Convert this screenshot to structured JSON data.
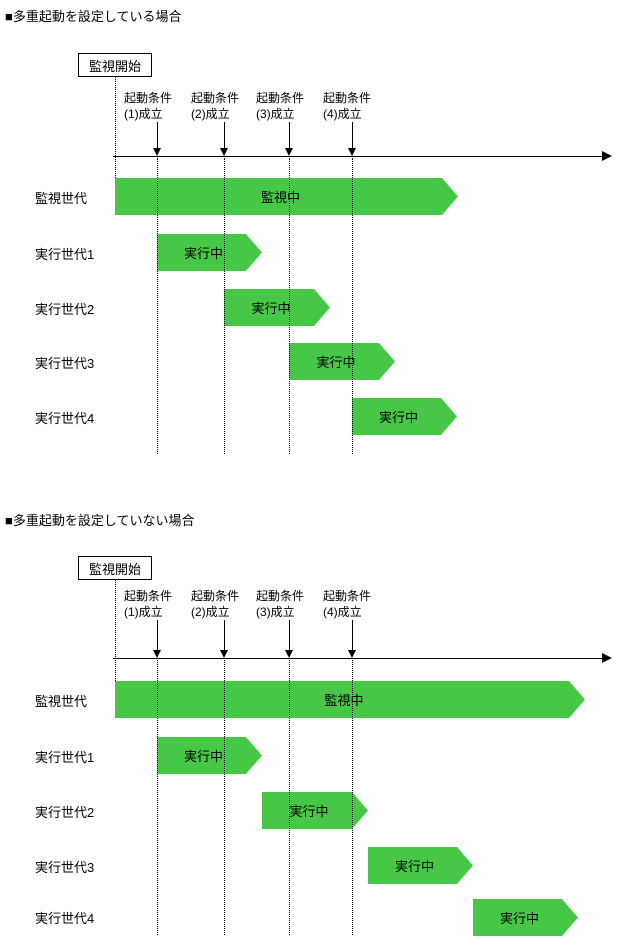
{
  "colors": {
    "bar_green": "#46c846",
    "line": "#000000",
    "background": "#ffffff"
  },
  "sections": [
    {
      "title": "■多重起動を設定している場合",
      "start_box": "監視開始",
      "conditions": [
        {
          "name": "起動条件",
          "event": "(1)成立"
        },
        {
          "name": "起動条件",
          "event": "(2)成立"
        },
        {
          "name": "起動条件",
          "event": "(3)成立"
        },
        {
          "name": "起動条件",
          "event": "(4)成立"
        }
      ],
      "rows": [
        {
          "label": "監視世代",
          "bar": "監視中"
        },
        {
          "label": "実行世代1",
          "bar": "実行中"
        },
        {
          "label": "実行世代2",
          "bar": "実行中"
        },
        {
          "label": "実行世代3",
          "bar": "実行中"
        },
        {
          "label": "実行世代4",
          "bar": "実行中"
        }
      ]
    },
    {
      "title": "■多重起動を設定していない場合",
      "start_box": "監視開始",
      "conditions": [
        {
          "name": "起動条件",
          "event": "(1)成立"
        },
        {
          "name": "起動条件",
          "event": "(2)成立"
        },
        {
          "name": "起動条件",
          "event": "(3)成立"
        },
        {
          "name": "起動条件",
          "event": "(4)成立"
        }
      ],
      "rows": [
        {
          "label": "監視世代",
          "bar": "監視中"
        },
        {
          "label": "実行世代1",
          "bar": "実行中"
        },
        {
          "label": "実行世代2",
          "bar": "実行中"
        },
        {
          "label": "実行世代3",
          "bar": "実行中"
        },
        {
          "label": "実行世代4",
          "bar": "実行中"
        }
      ]
    }
  ]
}
